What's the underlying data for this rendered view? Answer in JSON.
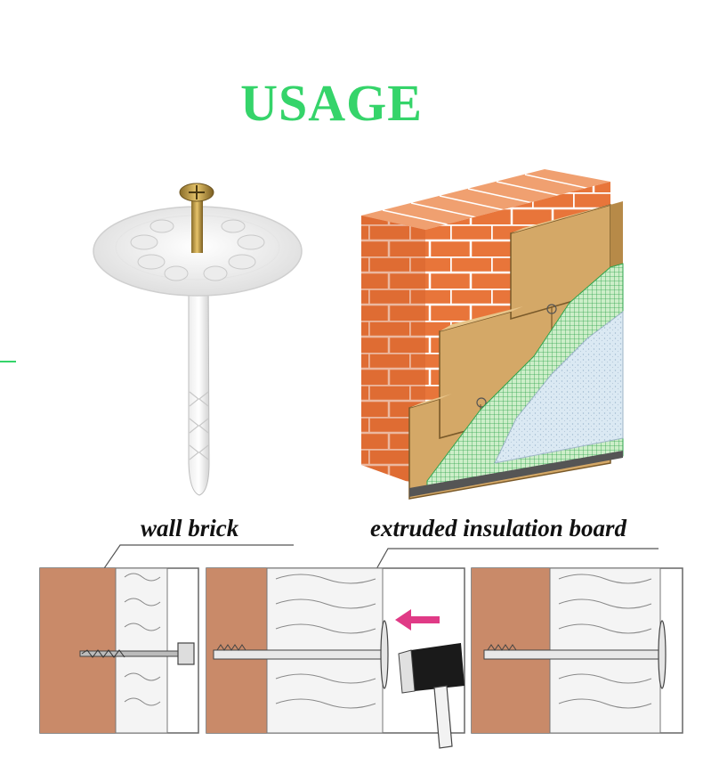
{
  "title": "USAGE",
  "labels": {
    "wall_brick": "wall brick",
    "insulation_board": "extruded insulation board"
  },
  "colors": {
    "title": "#35d46a",
    "brick": "#e8753a",
    "board": "#d4a867",
    "wall_section": "#c98a69",
    "arrow": "#e03a86"
  },
  "icons": {
    "anchor": "insulation-plug-anchor-icon",
    "wall": "wall-cross-section-icon",
    "hammer": "hammer-icon"
  }
}
